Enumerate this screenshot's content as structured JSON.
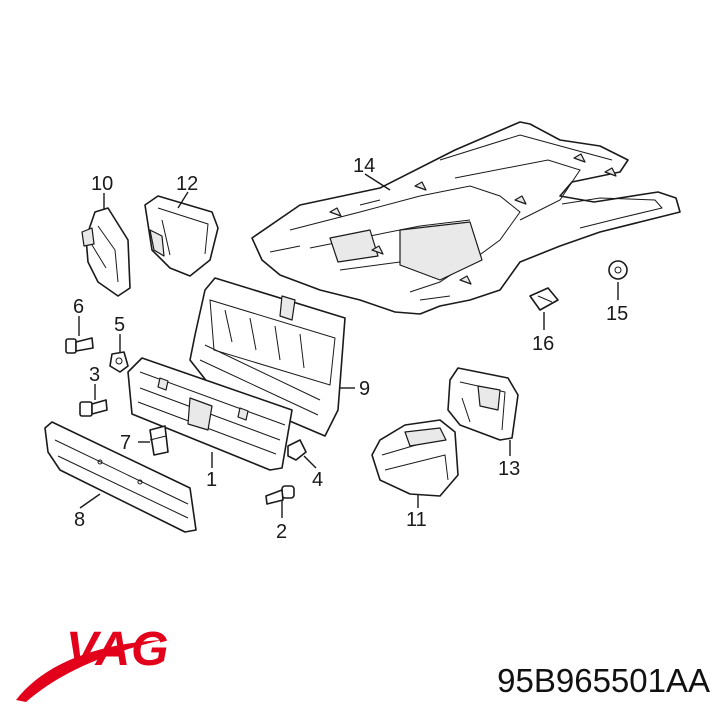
{
  "callouts": {
    "c1": "1",
    "c2": "2",
    "c3": "3",
    "c4": "4",
    "c5": "5",
    "c6": "6",
    "c7": "7",
    "c8": "8",
    "c9": "9",
    "c10": "10",
    "c11": "11",
    "c12": "12",
    "c13": "13",
    "c14": "14",
    "c15": "15",
    "c16": "16"
  },
  "brand": {
    "logo_text": "VAG",
    "color": "#e2001a"
  },
  "part_number": "95B965501AA"
}
